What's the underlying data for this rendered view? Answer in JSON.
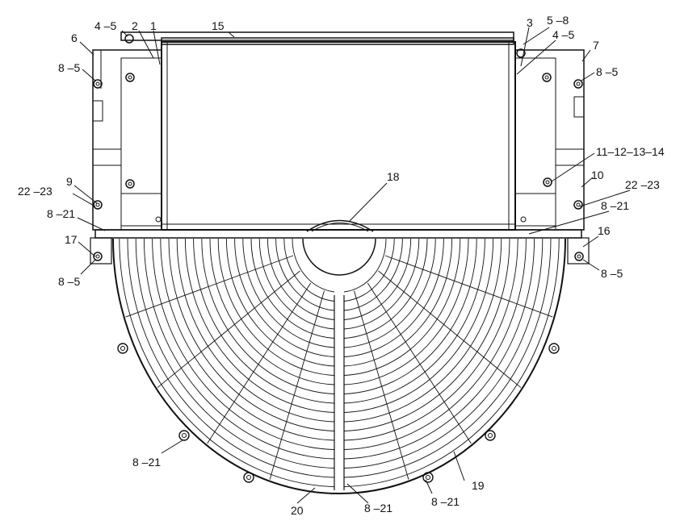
{
  "figure": {
    "callouts": {
      "c15": "15",
      "c4_5_tl": "4 –5",
      "c2": "2",
      "c1": "1",
      "c3": "3",
      "c5_8": "5 –8",
      "c4_5_tr": "4 –5",
      "c6": "6",
      "c7": "7",
      "c8_5_l": "8 –5",
      "c8_5_r": "8 –5",
      "c11_14": "11–12–13–14",
      "c9": "9",
      "c10": "10",
      "c22_23_l": "22 –23",
      "c22_23_r": "22 –23",
      "c18": "18",
      "c8_21_l": "8 –21",
      "c8_21_r": "8 –21",
      "c17": "17",
      "c16": "16",
      "c8_5_bl": "8 –5",
      "c8_5_br": "8 –5",
      "c8_21_arc": "8 –21",
      "c19": "19",
      "c20": "20",
      "c8_21_bottom": "8 –21",
      "c8_21_bottom_r": "8 –21"
    }
  }
}
